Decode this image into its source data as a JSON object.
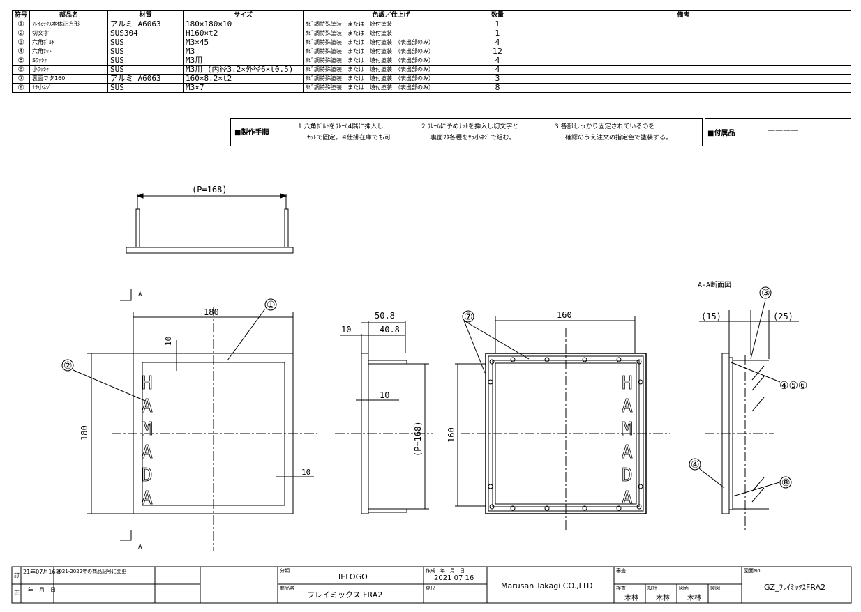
{
  "parts_table": {
    "headers": [
      "符号",
      "部品名",
      "材質",
      "サイズ",
      "色調／仕上げ",
      "数量",
      "備考"
    ],
    "rows": [
      {
        "no": "①",
        "name": "ﾌﾚｲﾐｯｸｽ本体正方形",
        "material": "アルミ A6063",
        "size": "180×180×10",
        "finish": "ｻﾋﾞ調特殊塗装　または　焼付塗装",
        "qty": "1",
        "note": ""
      },
      {
        "no": "②",
        "name": "切文字",
        "material": "SUS304",
        "size": "H160×t2",
        "finish": "ｻﾋﾞ調特殊塗装　または　焼付塗装",
        "qty": "1",
        "note": ""
      },
      {
        "no": "③",
        "name": "六角ﾎﾞﾙﾄ",
        "material": "SUS",
        "size": "M3×45",
        "finish": "ｻﾋﾞ調特殊塗装　または　焼付塗装　（表出部のみ）",
        "qty": "4",
        "note": ""
      },
      {
        "no": "④",
        "name": "六角ﾅｯﾄ",
        "material": "SUS",
        "size": "M3",
        "finish": "ｻﾋﾞ調特殊塗装　または　焼付塗装　（表出部のみ）",
        "qty": "12",
        "note": ""
      },
      {
        "no": "⑤",
        "name": "Sﾜｯｼｬ",
        "material": "SUS",
        "size": "M3用",
        "finish": "ｻﾋﾞ調特殊塗装　または　焼付塗装　（表出部のみ）",
        "qty": "4",
        "note": ""
      },
      {
        "no": "⑥",
        "name": "小ﾜｯｼｬ",
        "material": "SUS",
        "size": "M3用 (内径3.2×外径6×t0.5)",
        "finish": "ｻﾋﾞ調特殊塗装　または　焼付塗装　（表出部のみ）",
        "qty": "4",
        "note": ""
      },
      {
        "no": "⑦",
        "name": "裏面フタ160",
        "material": "アルミ A6063",
        "size": "160×8.2×t2",
        "finish": "ｻﾋﾞ調特殊塗装　または　焼付塗装　（表出部のみ）",
        "qty": "3",
        "note": ""
      },
      {
        "no": "⑧",
        "name": "ｻﾗ小ﾈｼﾞ",
        "material": "SUS",
        "size": "M3×7",
        "finish": "ｻﾋﾞ調特殊塗装　または　焼付塗装　（表出部のみ）",
        "qty": "8",
        "note": ""
      }
    ]
  },
  "procedure": {
    "title": "■製作手順",
    "step1_a": "1 六角ﾎﾞﾙﾄをﾌﾚｰﾑ4隅に挿入し",
    "step1_b": "ﾅｯﾄで固定。※仕掛在庫でも可",
    "step2_a": "2 ﾌﾚｰﾑに予めﾅｯﾄを挿入し切文字と",
    "step2_b": "裏面ﾌﾀ各種をｻﾗ小ﾈｼﾞで組む。",
    "step3_a": "3 各部しっかり固定されているのを",
    "step3_b": "確認のうえ注文の指定色で塗装する。"
  },
  "accessory": {
    "label": "■付属品",
    "value": "————"
  },
  "drawing": {
    "top_pitch": "(P=168)",
    "section_mark": "A",
    "front_w": "180",
    "front_h": "180",
    "offset_10": "10",
    "letters": [
      "H",
      "A",
      "M",
      "A",
      "D",
      "A"
    ],
    "side_w": "50.8",
    "side_w2": "40.8",
    "side_10": "10",
    "side_pitch": "(P=168)",
    "back_w": "160",
    "back_h": "160",
    "section_title": "A-A断面図",
    "sec_15": "(15)",
    "sec_25": "(25)",
    "callouts": [
      "①",
      "②",
      "③",
      "④⑤⑥",
      "④",
      "⑦",
      "⑧"
    ]
  },
  "title_block": {
    "rev_label1": "訂",
    "rev_label2": "正",
    "rev_date": "21年07月16日",
    "rev_date2": "年　月　日",
    "rev_text": "2021-2022年の商品記号に変更",
    "category_label": "分類",
    "category": "IELOGO",
    "product_label": "商品名",
    "product": "フレイミックス FRA2",
    "created_label": "作成　年　月　日",
    "created_date": "2021 07 16",
    "scale_label": "縮尺",
    "company": "Marusan Takagi CO.,LTD",
    "approve_label": "審査",
    "checker_label": "検査",
    "checker": "木林",
    "design_label": "設計",
    "designer": "木林",
    "draw_label": "図面",
    "drawer": "木林",
    "draw2_label": "製図",
    "dwg_no_label": "図面No.",
    "dwg_no": "GZ_ﾌﾚｲﾐｯｸｽFRA2"
  }
}
